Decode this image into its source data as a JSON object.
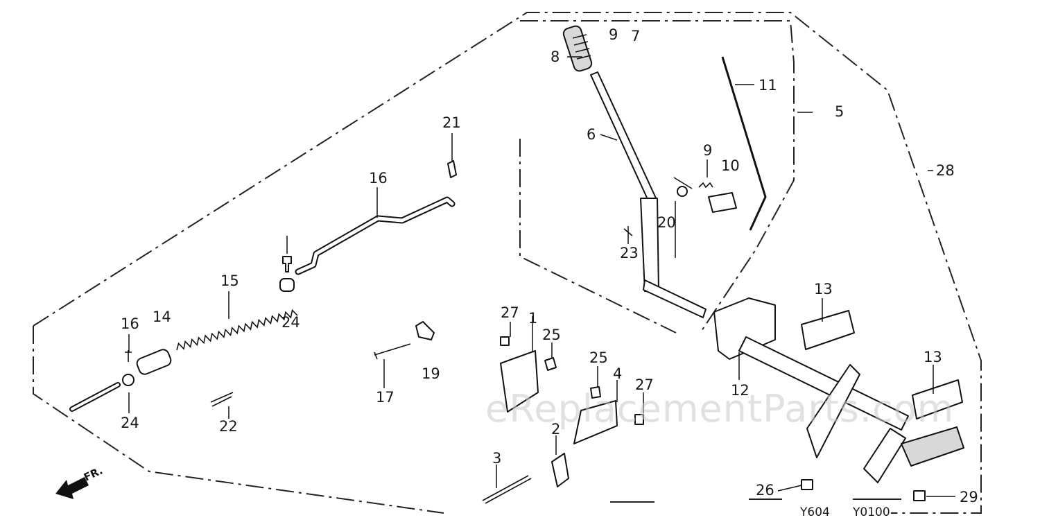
{
  "labels": {
    "p1": "1",
    "p2": "2",
    "p3": "3",
    "p4": "4",
    "p5": "5",
    "p6": "6",
    "p7": "7",
    "p8": "8",
    "p9a": "9",
    "p9b": "9",
    "p10": "10",
    "p11": "11",
    "p12": "12",
    "p13a": "13",
    "p13b": "13",
    "p14": "14",
    "p15": "15",
    "p16a": "16",
    "p16b": "16",
    "p17": "17",
    "p19": "19",
    "p20": "20",
    "p21": "21",
    "p22": "22",
    "p23": "23",
    "p24a": "24",
    "p24b": "24",
    "p25a": "25",
    "p25b": "25",
    "p26": "26",
    "p27a": "27",
    "p27b": "27",
    "p28": "28",
    "p29": "29"
  },
  "codes": {
    "c1": "Y604",
    "c2": "Y0100"
  },
  "direction_mark": "FR.",
  "watermark": "eReplacementParts.com",
  "colors": {
    "line": "#111111",
    "background": "#ffffff",
    "watermark": "#c9c9c9"
  }
}
